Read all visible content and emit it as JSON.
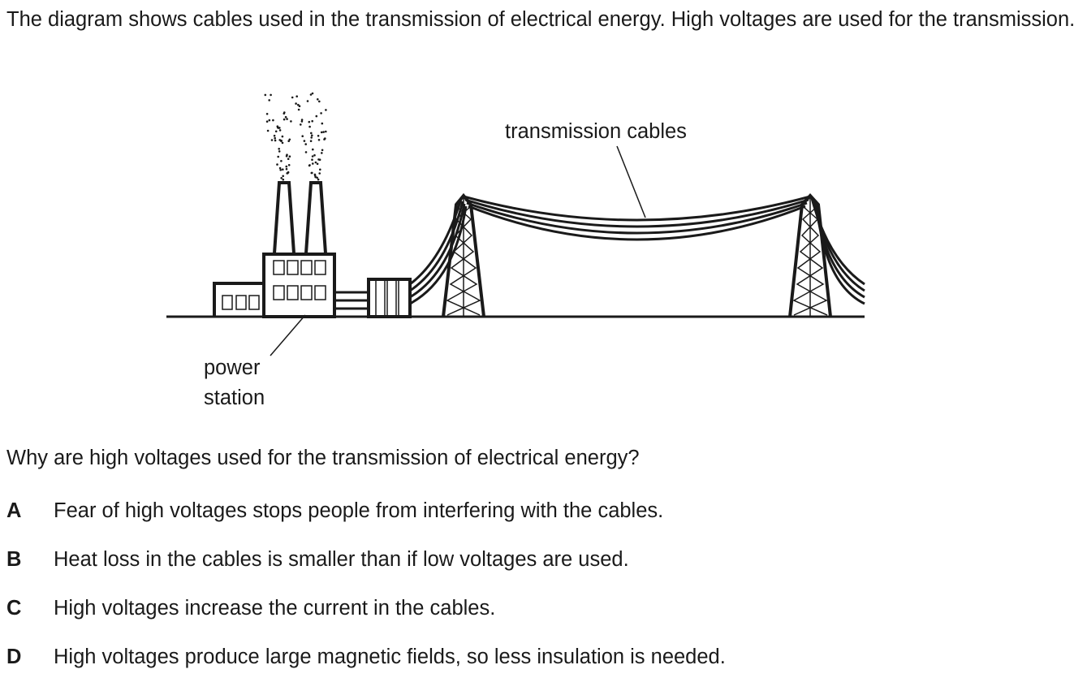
{
  "intro_text": "The diagram shows cables used in the transmission of electrical energy. High voltages are used for the transmission.",
  "diagram": {
    "labels": {
      "transmission_cables": "transmission cables",
      "power_station_line1": "power",
      "power_station_line2": "station"
    },
    "stroke_color": "#1a1a1a"
  },
  "question": "Why are high voltages used for the transmission of electrical energy?",
  "options": [
    {
      "letter": "A",
      "text": "Fear of high voltages stops people from interfering with the cables."
    },
    {
      "letter": "B",
      "text": "Heat loss in the cables is smaller than if low voltages are used."
    },
    {
      "letter": "C",
      "text": "High voltages increase the current in the cables."
    },
    {
      "letter": "D",
      "text": "High voltages produce large magnetic fields, so less insulation is needed."
    }
  ]
}
